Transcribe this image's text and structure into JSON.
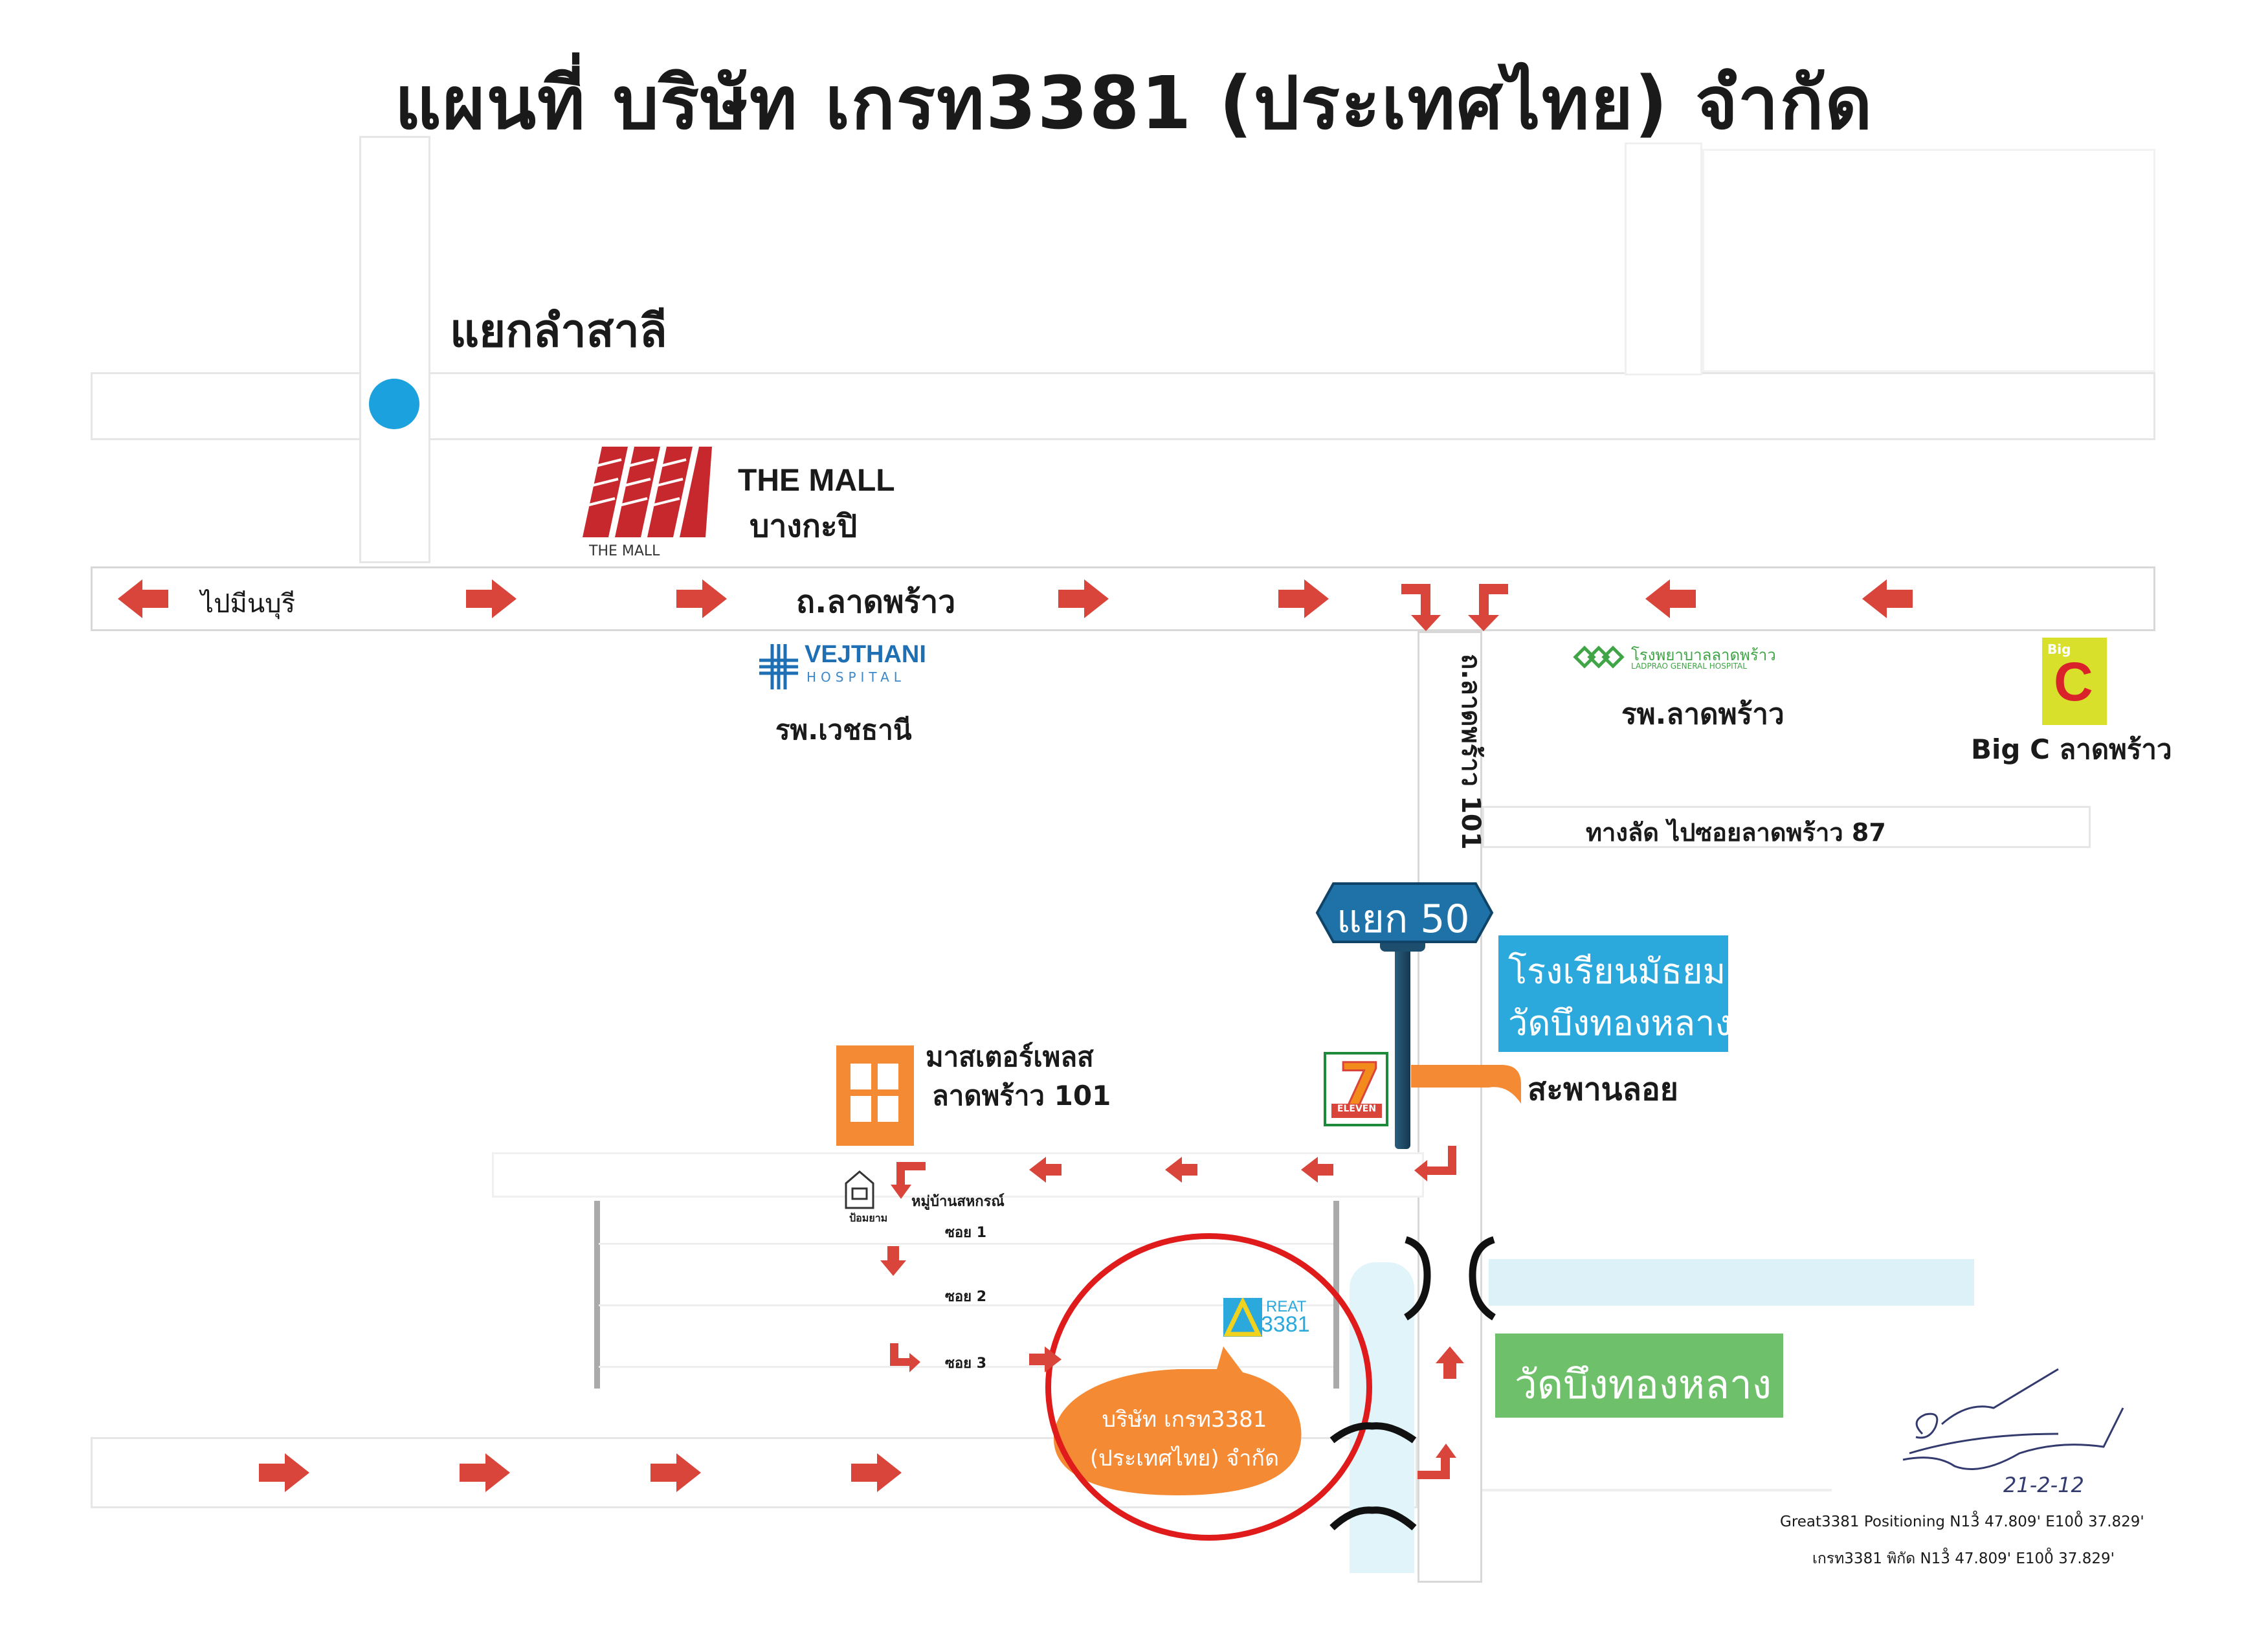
{
  "title": "แผนที่ บริษัท เกรท3381 (ประเทศไทย) จำกัด",
  "labels": {
    "intersection": "แยกลำสาลี",
    "mall_line1": "THE MALL",
    "mall_line2": "บางกะปิ",
    "mall_logo_caption": "THE MALL",
    "to_minburi": "ไปมีนบุรี",
    "road_ladprao": "ถ.ลาดพร้าว",
    "road_ladprao_101": "ถ.ลาดพร้าว 101",
    "vejthani_logo": "VEJTHANI",
    "vejthani_logo_sub": "HOSPITAL",
    "vejthani": "รพ.เวชธานี",
    "ladprao_hosp_logo": "โรงพยาบาลลาดพร้าว",
    "ladprao_hosp_logo_sub": "LADPRAO GENERAL HOSPITAL",
    "ladprao_hosp": "รพ.ลาดพร้าว",
    "bigc": "Big C ลาดพร้าว",
    "bigc_logo": "C",
    "bigc_logo_top": "Big",
    "shortcut": "ทางลัด ไปซอยลาดพร้าว 87",
    "junction_sign": "แยก 50",
    "school_line1": "โรงเรียนมัธยม",
    "school_line2": "วัดบึงทองหลาง",
    "master_place_line1": "มาสเตอร์เพลส",
    "master_place_line2": "ลาดพร้าว 101",
    "seven_eleven": "7",
    "seven_eleven_sub": "ELEVEN",
    "floating_bridge": "สะพานลอย",
    "village": "หมู่บ้านสหกรณ์",
    "soi_1": "ซอย 1",
    "soi_2": "ซอย 2",
    "soi_3": "ซอย 3",
    "village_gate": "ป้อมยาม",
    "great_logo_top": "REAT",
    "great_logo_num": "3381",
    "company_line1": "บริษัท เกรท3381",
    "company_line2": "(ประเทศไทย) จำกัด",
    "temple": "วัดบึงทองหลาง",
    "sign_date": "21-2-12",
    "coords_en": "Great3381 Positioning N13̊ 47.809' E100̊ 37.829'",
    "coords_th": "เกรท3381 พิกัด N13̊ 47.809' E100̊ 37.829'"
  },
  "colors": {
    "arrow": "#d9453a",
    "marker": "#1ba1dd",
    "sign_blue": "#1f72a8",
    "school_box": "#2ba8dc",
    "temple_box": "#6ec06a",
    "master_orange": "#f58a35",
    "company_orange": "#f58a35",
    "highlight_circle": "#e01b1b",
    "bigc_yellow": "#d8e02c",
    "bigc_red": "#d9222a",
    "vejthani_blue": "#1f6fb4",
    "ladprao_green": "#3fa546",
    "mall_red": "#c7282e",
    "seven_green": "#1e8a3c",
    "seven_orange": "#f28a1c"
  },
  "icons": {
    "direction_arrows": "red-arrow-icon",
    "intersection_marker": "blue-dot-icon",
    "bridge": "bridge-bracket-icon",
    "signature": "signature-icon"
  }
}
